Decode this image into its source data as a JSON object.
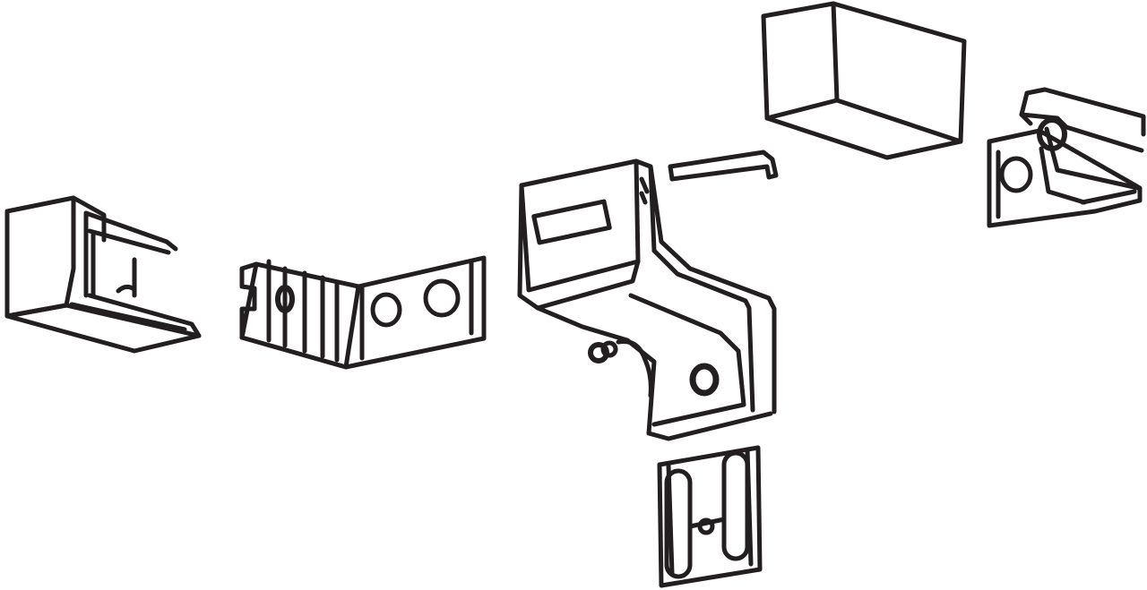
{
  "diagram": {
    "kind": "exploded-view-line-drawing",
    "colors": {
      "ink": "#231f20",
      "background": "#ffffff"
    },
    "parts": [
      {
        "id": "end-cap-left",
        "icon": "end-cap-icon"
      },
      {
        "id": "rail-clip-left",
        "icon": "rail-clip-icon"
      },
      {
        "id": "wall-bracket-main",
        "icon": "wall-bracket-icon"
      },
      {
        "id": "mounting-plate",
        "icon": "mounting-plate-icon"
      },
      {
        "id": "locking-pin",
        "icon": "pin-icon"
      },
      {
        "id": "end-cap-right",
        "icon": "end-cap-icon"
      },
      {
        "id": "rail-clip-right",
        "icon": "rail-clip-icon"
      }
    ]
  }
}
